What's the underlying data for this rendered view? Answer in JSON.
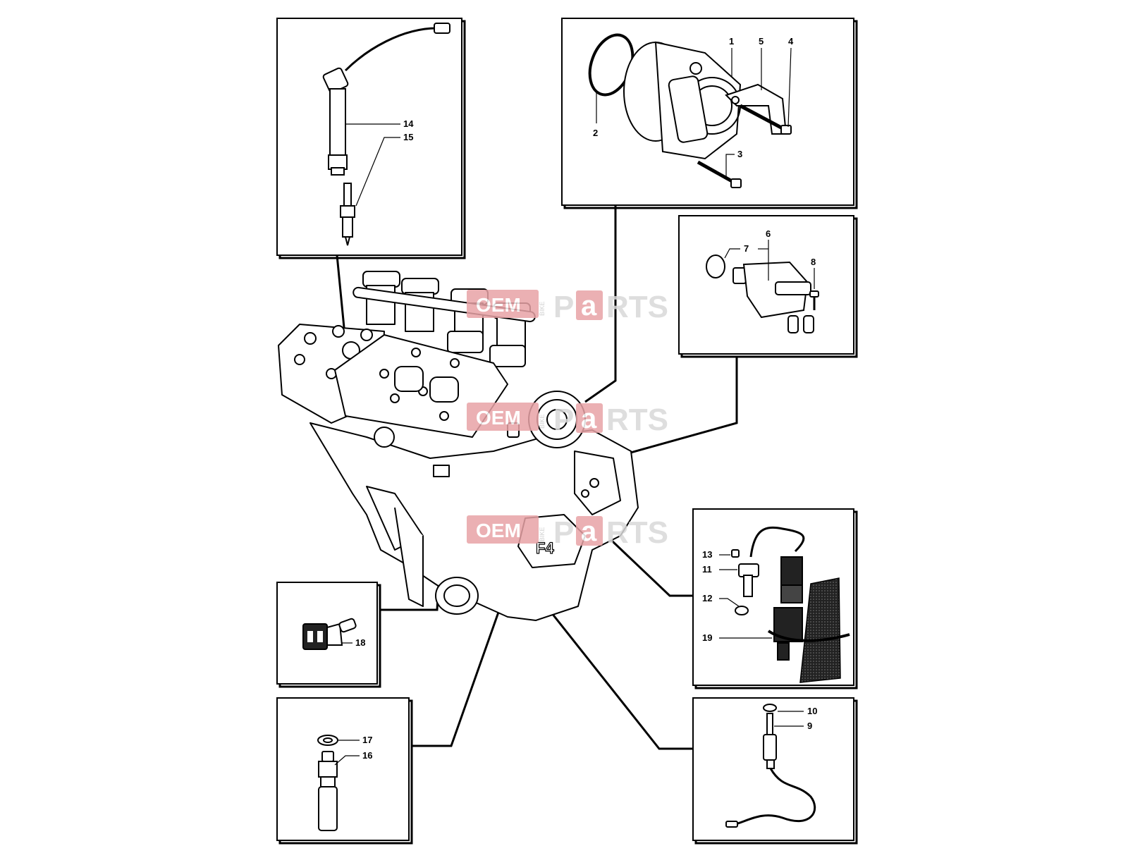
{
  "watermark": {
    "oem": "OEM",
    "bike": "BIKE",
    "p": "P",
    "a": "a",
    "rts": "RTS"
  },
  "panels": [
    {
      "id": "spark-plug",
      "callouts": [
        {
          "label": "14"
        },
        {
          "label": "15"
        }
      ]
    },
    {
      "id": "alternator",
      "callouts": [
        {
          "label": "1"
        },
        {
          "label": "5"
        },
        {
          "label": "4"
        },
        {
          "label": "2"
        },
        {
          "label": "3"
        }
      ]
    },
    {
      "id": "starter-motor",
      "callouts": [
        {
          "label": "6"
        },
        {
          "label": "7"
        },
        {
          "label": "8"
        }
      ]
    },
    {
      "id": "pickup-sensor",
      "callouts": [
        {
          "label": "13"
        },
        {
          "label": "11"
        },
        {
          "label": "12"
        },
        {
          "label": "19"
        }
      ]
    },
    {
      "id": "temperature-sensor",
      "callouts": [
        {
          "label": "18"
        }
      ]
    },
    {
      "id": "oil-pressure-switch",
      "callouts": [
        {
          "label": "17"
        },
        {
          "label": "16"
        }
      ]
    },
    {
      "id": "lambda-sensor",
      "callouts": [
        {
          "label": "10"
        },
        {
          "label": "9"
        }
      ]
    }
  ],
  "colors": {
    "line": "#000000",
    "watermark_red": "#e8a3a6",
    "watermark_grey": "#d9d9d9",
    "sensor_mesh": "#333333"
  }
}
